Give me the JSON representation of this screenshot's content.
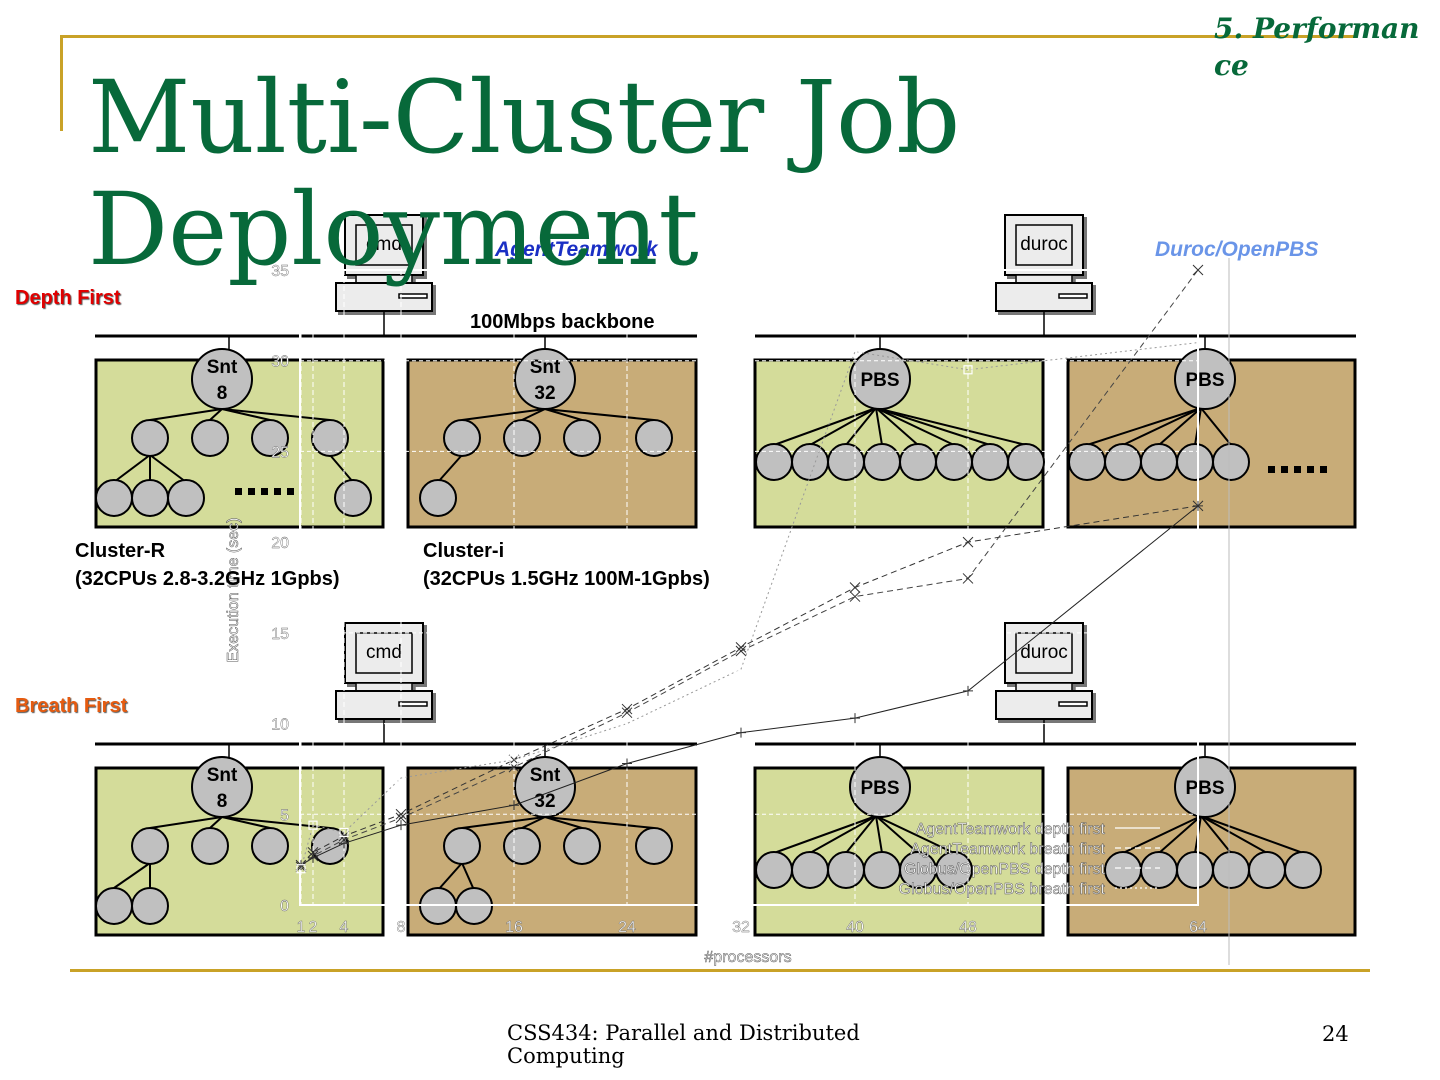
{
  "slide": {
    "title": "Multi-Cluster Job Deployment",
    "section_label": "5. Performance",
    "footer_course": "CSS434: Parallel and Distributed Computing",
    "page_number": "24"
  },
  "labels": {
    "depth_first": "Depth First",
    "breath_first": "Breath First",
    "agent_teamwork": "AgentTeamwork",
    "duroc_openpbs": "Duroc/OpenPBS",
    "backbone": "100Mbps backbone"
  },
  "clusters": {
    "r": {
      "name": "Cluster-R",
      "spec": "(32CPUs 2.8-3.2GHz 1Gpbs)"
    },
    "i": {
      "name": "Cluster-i",
      "spec": "(32CPUs 1.5GHz 100M-1Gpbs)"
    }
  },
  "nodes": {
    "cmd": "cmd",
    "duroc": "duroc",
    "snt8_line1": "Snt",
    "snt8_line2": "8",
    "snt32_line1": "Snt",
    "snt32_line2": "32",
    "pbs": "PBS",
    "ellipsis": "....."
  },
  "colors": {
    "title_green": "#07693a",
    "rule_gold": "#c9a227",
    "cluster_r_fill": "#d4dc9a",
    "cluster_i_fill": "#c8ac78",
    "node_fill": "#c0c0c0",
    "depth_red": "#e00000",
    "breath_orange": "#e55b10",
    "agent_blue": "#1a2fc4",
    "duroc_blue": "#6a95e8"
  },
  "chart_data": {
    "type": "line",
    "title": "",
    "xlabel": "#processors",
    "ylabel": "Execution time (sec)",
    "x": [
      1,
      2,
      4,
      8,
      16,
      24,
      32,
      40,
      48,
      64
    ],
    "xticks": [
      1,
      2,
      4,
      8,
      16,
      24,
      32,
      40,
      48,
      64
    ],
    "yticks": [
      0,
      5,
      10,
      15,
      20,
      25,
      30,
      35
    ],
    "xlim": [
      0,
      64
    ],
    "ylim": [
      0,
      35
    ],
    "grid": true,
    "legend_position": "bottom-right",
    "series": [
      {
        "name": "AgentTeamwork depth first",
        "style": "solid",
        "marker": "plus",
        "x": [
          1,
          2,
          4,
          8,
          16,
          24,
          32,
          40,
          48,
          64
        ],
        "y": [
          2.2,
          2.6,
          3.4,
          4.4,
          5.5,
          7.8,
          9.5,
          10.3,
          11.8,
          22.0
        ]
      },
      {
        "name": "AgentTeamwork breath first",
        "style": "dashed",
        "marker": "x",
        "x": [
          1,
          2,
          4,
          8,
          16,
          24,
          32,
          40,
          48,
          64
        ],
        "y": [
          2.2,
          2.9,
          3.8,
          5.0,
          8.0,
          10.8,
          14.2,
          17.5,
          20.0,
          22.0
        ]
      },
      {
        "name": "Globus/OpenPBS depth first",
        "style": "dashed",
        "marker": "x",
        "x": [
          1,
          2,
          4,
          8,
          16,
          24,
          32,
          40,
          48,
          64
        ],
        "y": [
          2.1,
          2.7,
          3.6,
          4.8,
          7.6,
          10.6,
          14.0,
          17.0,
          18.0,
          35.0
        ]
      },
      {
        "name": "Globus/OpenPBS breath first",
        "style": "dotted",
        "marker": "square",
        "x": [
          1,
          2,
          4,
          8,
          16,
          24,
          32,
          40,
          48,
          64
        ],
        "y": [
          2.0,
          4.4,
          4.0,
          7.0,
          8.0,
          10.0,
          13.0,
          30.5,
          29.5,
          31.0
        ]
      }
    ]
  }
}
